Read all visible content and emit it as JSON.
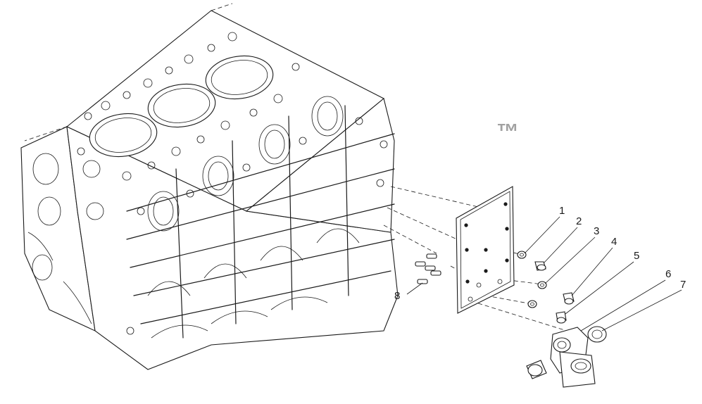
{
  "watermark": {
    "text": "",
    "trademark": "™"
  },
  "callouts": [
    {
      "id": "1",
      "label": "1"
    },
    {
      "id": "2",
      "label": "2"
    },
    {
      "id": "3",
      "label": "3"
    },
    {
      "id": "4",
      "label": "4"
    },
    {
      "id": "5",
      "label": "5"
    },
    {
      "id": "6",
      "label": "6"
    },
    {
      "id": "7",
      "label": "7"
    },
    {
      "id": "8",
      "label": "8"
    }
  ]
}
